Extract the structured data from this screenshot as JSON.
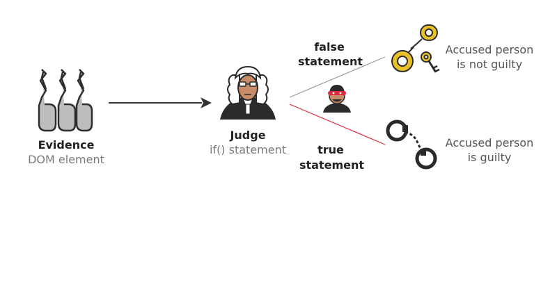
{
  "evidence": {
    "title": "Evidence",
    "subtitle": "DOM element"
  },
  "judge": {
    "title": "Judge",
    "subtitle": "if() statement"
  },
  "branches": {
    "false_line1": "false",
    "false_line2": "statement",
    "true_line1": "true",
    "true_line2": "statement"
  },
  "outcomes": {
    "not_guilty_line1": "Accused person",
    "not_guilty_line2": "is not guilty",
    "guilty_line1": "Accused person",
    "guilty_line2": "is guilty"
  },
  "icons": {
    "evidence": "candle-glyphs-icon",
    "judge": "judge-icon",
    "criminal": "masked-criminal-icon",
    "unlocked_cuffs": "unlocked-handcuffs-with-key-icon",
    "locked_cuffs": "handcuffs-icon"
  },
  "colors": {
    "false_line": "#9a9a9a",
    "true_line": "#e3253a",
    "arrow": "#333333",
    "gold_cuffs": "#e8c12a",
    "black_cuffs": "#2a2a2a",
    "mask": "#e3253a"
  }
}
